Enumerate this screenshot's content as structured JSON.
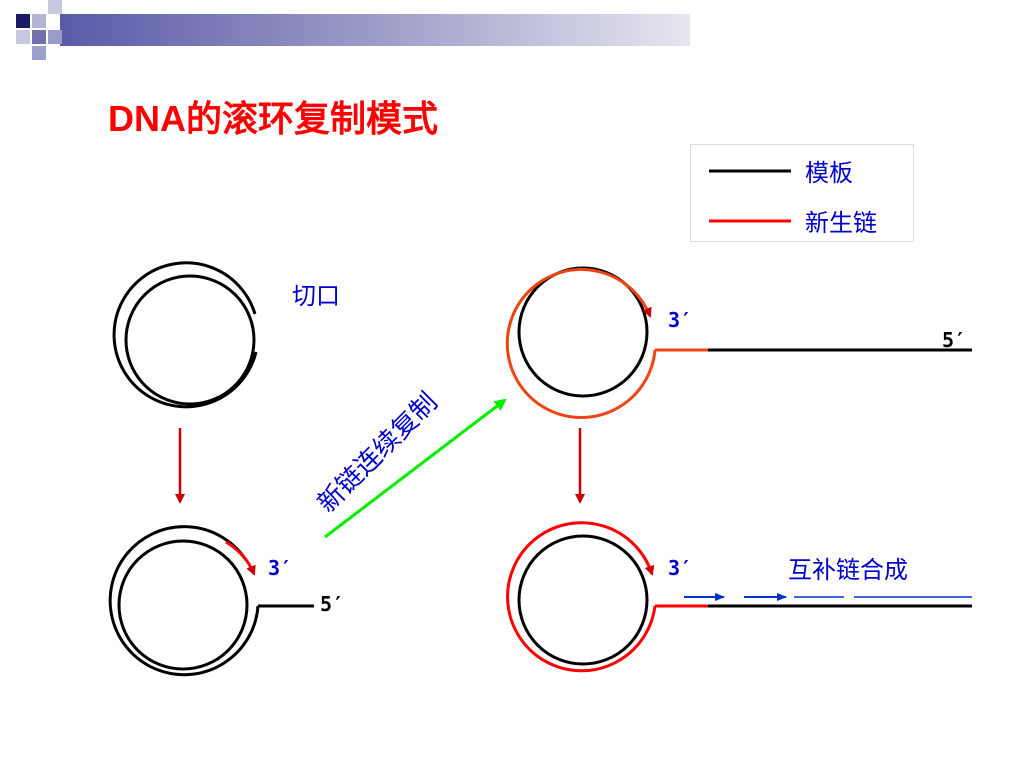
{
  "title": "DNA的滚环复制模式",
  "legend": {
    "template": {
      "label": "模板",
      "color": "#000000"
    },
    "new_strand": {
      "label": "新生链",
      "color": "#ff0000"
    }
  },
  "labels": {
    "nick": "切口",
    "diagonal": "新链连续复制",
    "complementary": "互补链合成",
    "end3_a": "3′",
    "end3_b": "3′",
    "end3_c": "3′",
    "end5_a": "5′",
    "end5_b": "5′"
  },
  "colors": {
    "title": "#ff0000",
    "label_blue": "#0000cc",
    "strand_red": "#ff0000",
    "strand_orange": "#ee4411",
    "arrow_red": "#cc0000",
    "arrow_green": "#00ee00",
    "fragment_blue": "#0033cc",
    "header_bar": "#5a5aa8"
  }
}
